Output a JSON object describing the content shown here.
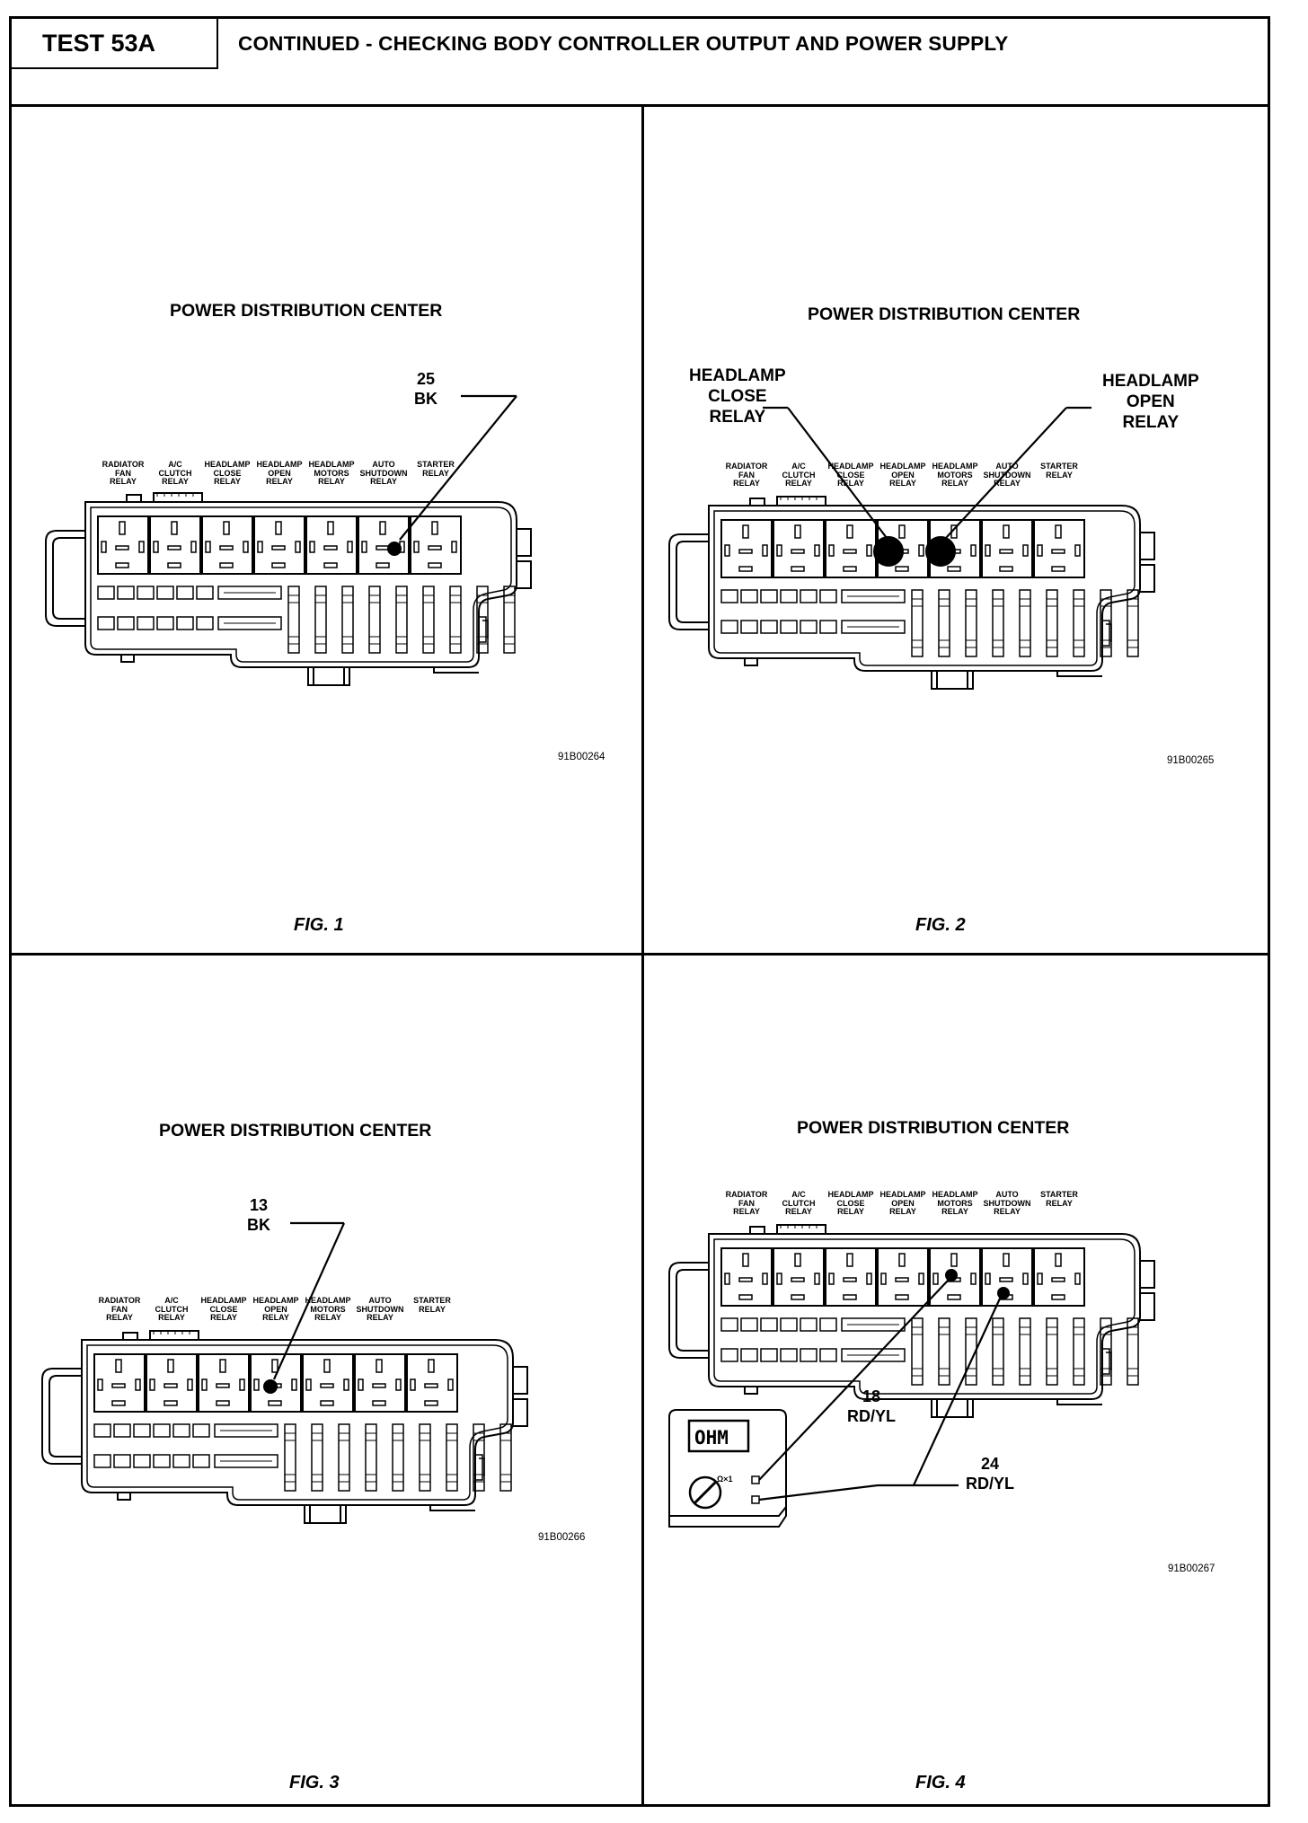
{
  "header": {
    "test_id": "TEST 53A",
    "title": "CONTINUED - CHECKING BODY CONTROLLER OUTPUT AND POWER SUPPLY"
  },
  "relay_labels": [
    "RADIATOR\nFAN\nRELAY",
    "A/C\nCLUTCH\nRELAY",
    "HEADLAMP\nCLOSE\nRELAY",
    "HEADLAMP\nOPEN\nRELAY",
    "HEADLAMP\nMOTORS\nRELAY",
    "AUTO\nSHUTDOWN\nRELAY",
    "STARTER\nRELAY"
  ],
  "figures": [
    {
      "pdc_title": "POWER DISTRIBUTION CENTER",
      "callout_line1": "25",
      "callout_line2": "BK",
      "ref_code": "91B00264",
      "fig_label": "FIG. 1"
    },
    {
      "pdc_title": "POWER DISTRIBUTION CENTER",
      "callout_left": "HEADLAMP\nCLOSE\nRELAY",
      "callout_right": "HEADLAMP\nOPEN\nRELAY",
      "ref_code": "91B00265",
      "fig_label": "FIG. 2"
    },
    {
      "pdc_title": "POWER DISTRIBUTION CENTER",
      "callout_line1": "13",
      "callout_line2": "BK",
      "ref_code": "91B00266",
      "fig_label": "FIG. 3"
    },
    {
      "pdc_title": "POWER DISTRIBUTION CENTER",
      "callout_a_line1": "18",
      "callout_a_line2": "RD/YL",
      "callout_b_line1": "24",
      "callout_b_line2": "RD/YL",
      "meter_display": "OHM",
      "meter_range": "Ω×1",
      "ref_code": "91B00267",
      "fig_label": "FIG. 4"
    }
  ],
  "icons": {
    "pdc": "power-distribution-center-diagram",
    "meter": "ohmmeter-icon"
  }
}
